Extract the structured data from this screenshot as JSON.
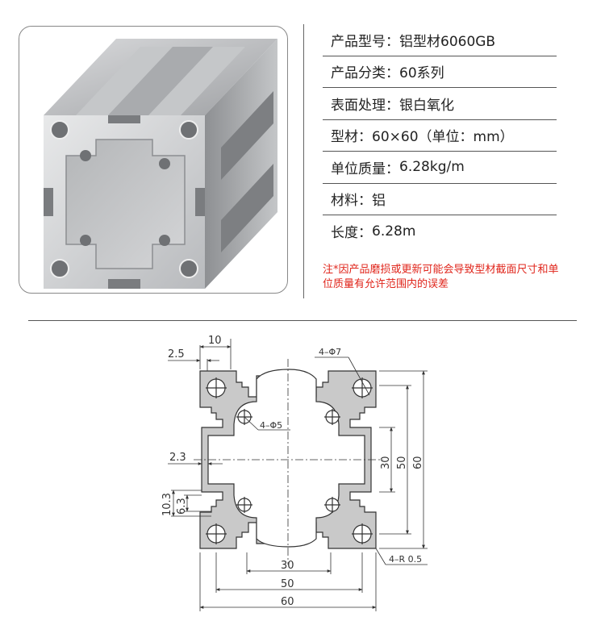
{
  "specs": [
    {
      "label": "产品型号",
      "value": "铝型材6060GB"
    },
    {
      "label": "产品分类",
      "value": "60系列"
    },
    {
      "label": "表面处理",
      "value": "银白氧化"
    },
    {
      "label": "型材",
      "value": "60×60（单位：mm）"
    },
    {
      "label": "单位质量",
      "value": "6.28kg/m"
    },
    {
      "label": "材料",
      "value": "铝"
    },
    {
      "label": "长度",
      "value": "6.28m"
    }
  ],
  "separator": "：",
  "note": "注*因产品磨损或更新可能会导致型材截面尺寸和单位质量有允许范围内的误差",
  "drawing": {
    "dims": {
      "top_10": "10",
      "left_2_5": "2.5",
      "hole_large": "4–Φ7",
      "hole_small": "4–Φ5",
      "left_2_3": "2.3",
      "left_10_3": "10.3",
      "left_6_3": "6.3",
      "right_30": "30",
      "right_50": "50",
      "right_60": "60",
      "bottom_30": "30",
      "bottom_50": "50",
      "bottom_60": "60",
      "radius": "4–R 0.5"
    }
  },
  "colors": {
    "note_red": "#e0251b",
    "profile_fill": "#c9c9c9",
    "line": "#333333"
  }
}
